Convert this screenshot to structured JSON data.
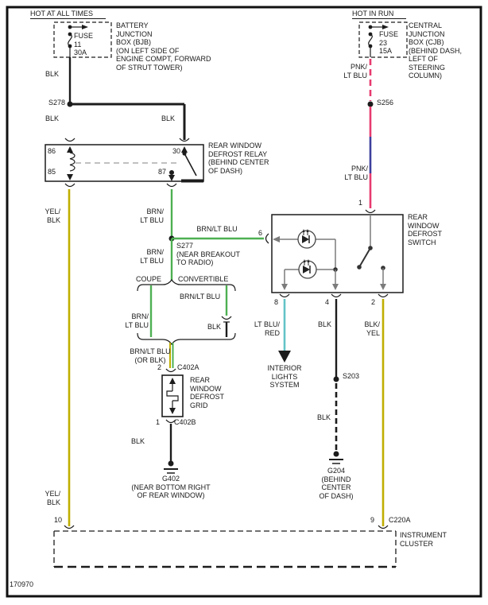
{
  "page": {
    "doc_number": "170970"
  },
  "colors": {
    "wire_black": "#1c1c1c",
    "wire_yellow": "#c0ae00",
    "wire_green": "#4db052",
    "wire_cyan": "#63c3c7",
    "wire_pink": "#e73a6f",
    "wire_blue": "#3d3f9c"
  },
  "top_left_circuit": {
    "hot_label": "HOT AT ALL TIMES",
    "fuse": "FUSE\n11\n30A",
    "box_label": "BATTERY\nJUNCTION\nBOX (BJB)\n(ON LEFT SIDE OF\nENGINE COMPT, FORWARD\nOF STRUT TOWER)",
    "wire_blk_upper": "BLK",
    "splice": "S278",
    "wire_blk_left": "BLK",
    "wire_blk_right": "BLK"
  },
  "top_right_circuit": {
    "hot_label": "HOT IN RUN",
    "fuse": "FUSE\n23\n15A",
    "box_label": "CENTRAL\nJUNCTION\nBOX (CJB)\n(BEHIND DASH,\nLEFT OF\nSTEERING\nCOLUMN)",
    "wire_upper": "PNK/\nLT BLU",
    "splice": "S256",
    "wire_lower": "PNK/\nLT BLU",
    "pin_1": "1"
  },
  "relay": {
    "pin_86": "86",
    "pin_30": "30",
    "pin_85": "85",
    "pin_87": "87",
    "label": "REAR WINDOW\nDEFROST RELAY\n(BEHIND CENTER\nOF DASH)"
  },
  "defrost_switch": {
    "label": "REAR\nWINDOW\nDEFROST\nSWITCH",
    "pin_6": "6",
    "pin_8": "8",
    "pin_4": "4",
    "pin_2": "2"
  },
  "middle_circuit": {
    "wire_brn_upper": "BRN/\nLT BLU",
    "wire_brn_horiz": "BRN/LT BLU",
    "splice": "S277\n(NEAR BREAKOUT\nTO RADIO)",
    "wire_brn_lower": "BRN/\nLT BLU",
    "branch_left": "COUPE",
    "branch_right": "CONVERTIBLE",
    "coupe_wire": "BRN/\nLT BLU",
    "conv_wire": "BRN/LT BLU",
    "conv_wire_blk": "BLK",
    "merged_wire": "BRN/LT BLU\n(OR BLK)",
    "c402a_pin": "2",
    "c402a": "C402A",
    "grid_label": "REAR\nWINDOW\nDEFROST\nGRID",
    "c402b_pin": "1",
    "c402b": "C402B",
    "wire_blk": "BLK",
    "ground": "G402\n(NEAR BOTTOM RIGHT\nOF REAR WINDOW)"
  },
  "left_branch": {
    "wire_top": "YEL/\nBLK",
    "wire_bottom": "YEL/\nBLK",
    "pin_10": "10"
  },
  "switch_outputs": {
    "wire_8": "LT BLU/\nRED",
    "interior": "INTERIOR\nLIGHTS\nSYSTEM",
    "wire_4": "BLK",
    "splice": "S203",
    "wire_4b": "BLK",
    "ground": "G204\n(BEHIND\nCENTER\nOF DASH)",
    "wire_2": "BLK/\nYEL",
    "pin_9": "9",
    "connector": "C220A"
  },
  "cluster": {
    "label": "INSTRUMENT\nCLUSTER"
  }
}
